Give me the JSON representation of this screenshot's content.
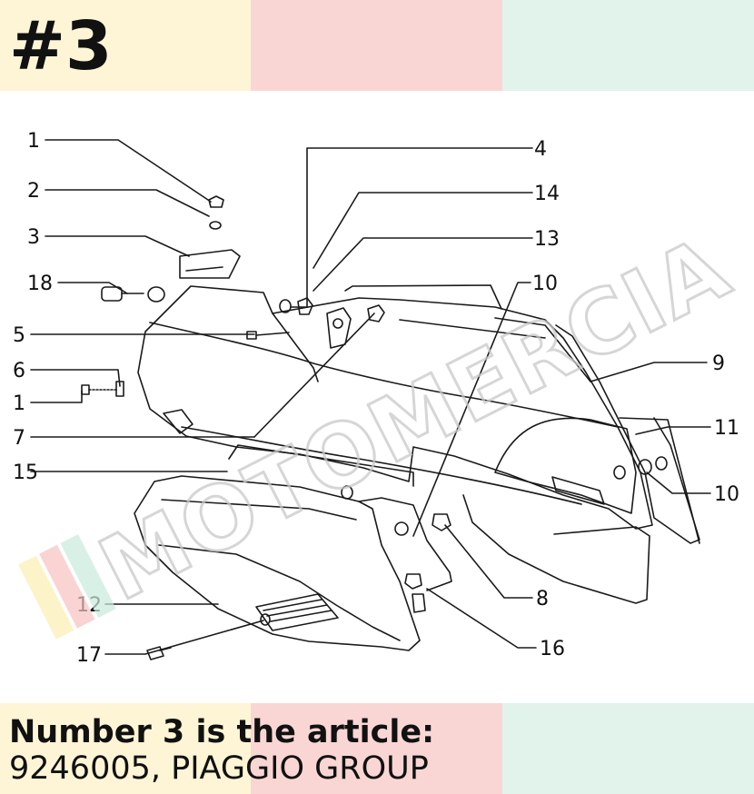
{
  "header": {
    "number": "#3"
  },
  "colors": {
    "cream": "#fdf5d6",
    "pink": "#f9d6d4",
    "mint": "#e2f3ec",
    "text": "#111111",
    "line": "#1a1a1a",
    "watermark": "#c9c9c9"
  },
  "diagram": {
    "callouts": [
      "1",
      "2",
      "3",
      "18",
      "5",
      "6",
      "1",
      "7",
      "15",
      "12",
      "17",
      "4",
      "14",
      "13",
      "10",
      "9",
      "11",
      "10",
      "8",
      "16"
    ]
  },
  "watermark": {
    "text": "MOTOMERCIA"
  },
  "caption": {
    "line1": "Number 3 is the article:",
    "line2": "9246005, PIAGGIO GROUP"
  }
}
